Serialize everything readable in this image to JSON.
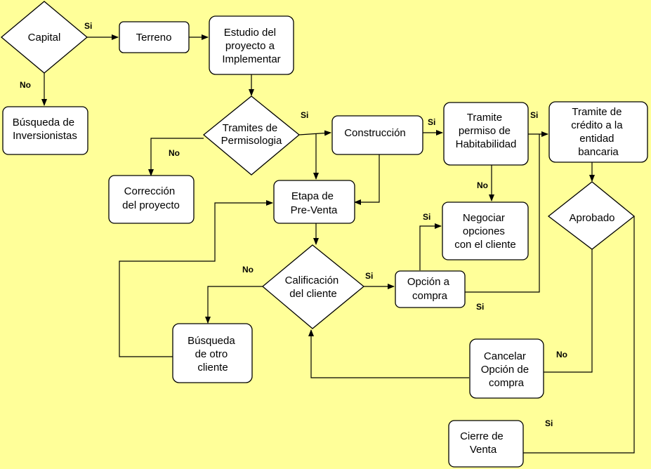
{
  "nodes": {
    "capital": {
      "lines": [
        "Capital"
      ]
    },
    "terreno": {
      "lines": [
        "Terreno"
      ]
    },
    "estudio": {
      "lines": [
        "Estudio del",
        "proyecto a",
        "Implementar"
      ]
    },
    "busqueda_inversionistas": {
      "lines": [
        "Búsqueda de",
        "Inversionistas"
      ]
    },
    "tramites": {
      "lines": [
        "Tramites de",
        "Permisologia"
      ]
    },
    "construccion": {
      "lines": [
        "Construcción"
      ]
    },
    "habitabilidad": {
      "lines": [
        "Tramite",
        "permiso de",
        "Habitabilidad"
      ]
    },
    "credito": {
      "lines": [
        "Tramite de",
        "crédito a la",
        "entidad",
        "bancaria"
      ]
    },
    "correccion": {
      "lines": [
        "Corrección",
        "del proyecto"
      ]
    },
    "preventa": {
      "lines": [
        "Etapa de",
        "Pre-Venta"
      ]
    },
    "negociar": {
      "lines": [
        "Negociar",
        "opciones",
        "con el cliente"
      ]
    },
    "aprobado": {
      "lines": [
        "Aprobado"
      ]
    },
    "calificacion": {
      "lines": [
        "Calificación",
        "del cliente"
      ]
    },
    "opcion": {
      "lines": [
        "Opción a",
        "compra"
      ]
    },
    "busqueda_cliente": {
      "lines": [
        "Búsqueda",
        "de otro",
        "cliente"
      ]
    },
    "cancelar": {
      "lines": [
        "Cancelar",
        "Opción de",
        "compra"
      ]
    },
    "cierre": {
      "lines": [
        "Cierre de",
        "Venta"
      ]
    }
  },
  "edges": {
    "capital_si": "Si",
    "capital_no": "No",
    "tramites_si": "Si",
    "tramites_no": "No",
    "construccion_si": "Si",
    "habitabilidad_si": "Si",
    "habitabilidad_no": "No",
    "calificacion_no": "No",
    "calificacion_si": "Si",
    "opcion_si_negociar": "Si",
    "opcion_si_credito": "Si",
    "aprobado_no": "No",
    "aprobado_si": "Si"
  }
}
